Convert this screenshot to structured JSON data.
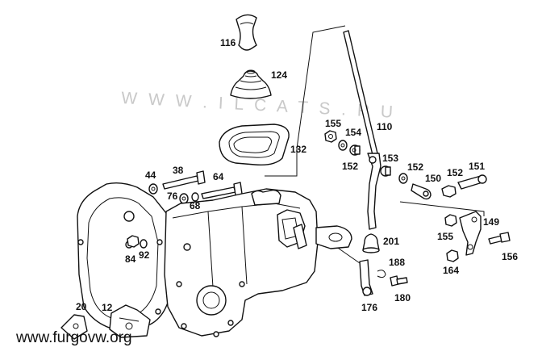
{
  "watermark": "W W W . I L C A T S . R U",
  "site_label": "www.furgovw.org",
  "callouts": [
    {
      "id": "116",
      "label": "116"
    },
    {
      "id": "124",
      "label": "124"
    },
    {
      "id": "132",
      "label": "132"
    },
    {
      "id": "110",
      "label": "110"
    },
    {
      "id": "155a",
      "label": "155"
    },
    {
      "id": "154",
      "label": "154"
    },
    {
      "id": "152a",
      "label": "152"
    },
    {
      "id": "153",
      "label": "153"
    },
    {
      "id": "152b",
      "label": "152"
    },
    {
      "id": "150",
      "label": "150"
    },
    {
      "id": "152c",
      "label": "152"
    },
    {
      "id": "151",
      "label": "151"
    },
    {
      "id": "44",
      "label": "44"
    },
    {
      "id": "38",
      "label": "38"
    },
    {
      "id": "64",
      "label": "64"
    },
    {
      "id": "76",
      "label": "76"
    },
    {
      "id": "68",
      "label": "68"
    },
    {
      "id": "149",
      "label": "149"
    },
    {
      "id": "155b",
      "label": "155"
    },
    {
      "id": "201",
      "label": "201"
    },
    {
      "id": "156",
      "label": "156"
    },
    {
      "id": "164",
      "label": "164"
    },
    {
      "id": "188",
      "label": "188"
    },
    {
      "id": "84",
      "label": "84"
    },
    {
      "id": "92",
      "label": "92"
    },
    {
      "id": "180",
      "label": "180"
    },
    {
      "id": "176",
      "label": "176"
    },
    {
      "id": "20",
      "label": "20"
    },
    {
      "id": "12",
      "label": "12"
    }
  ]
}
